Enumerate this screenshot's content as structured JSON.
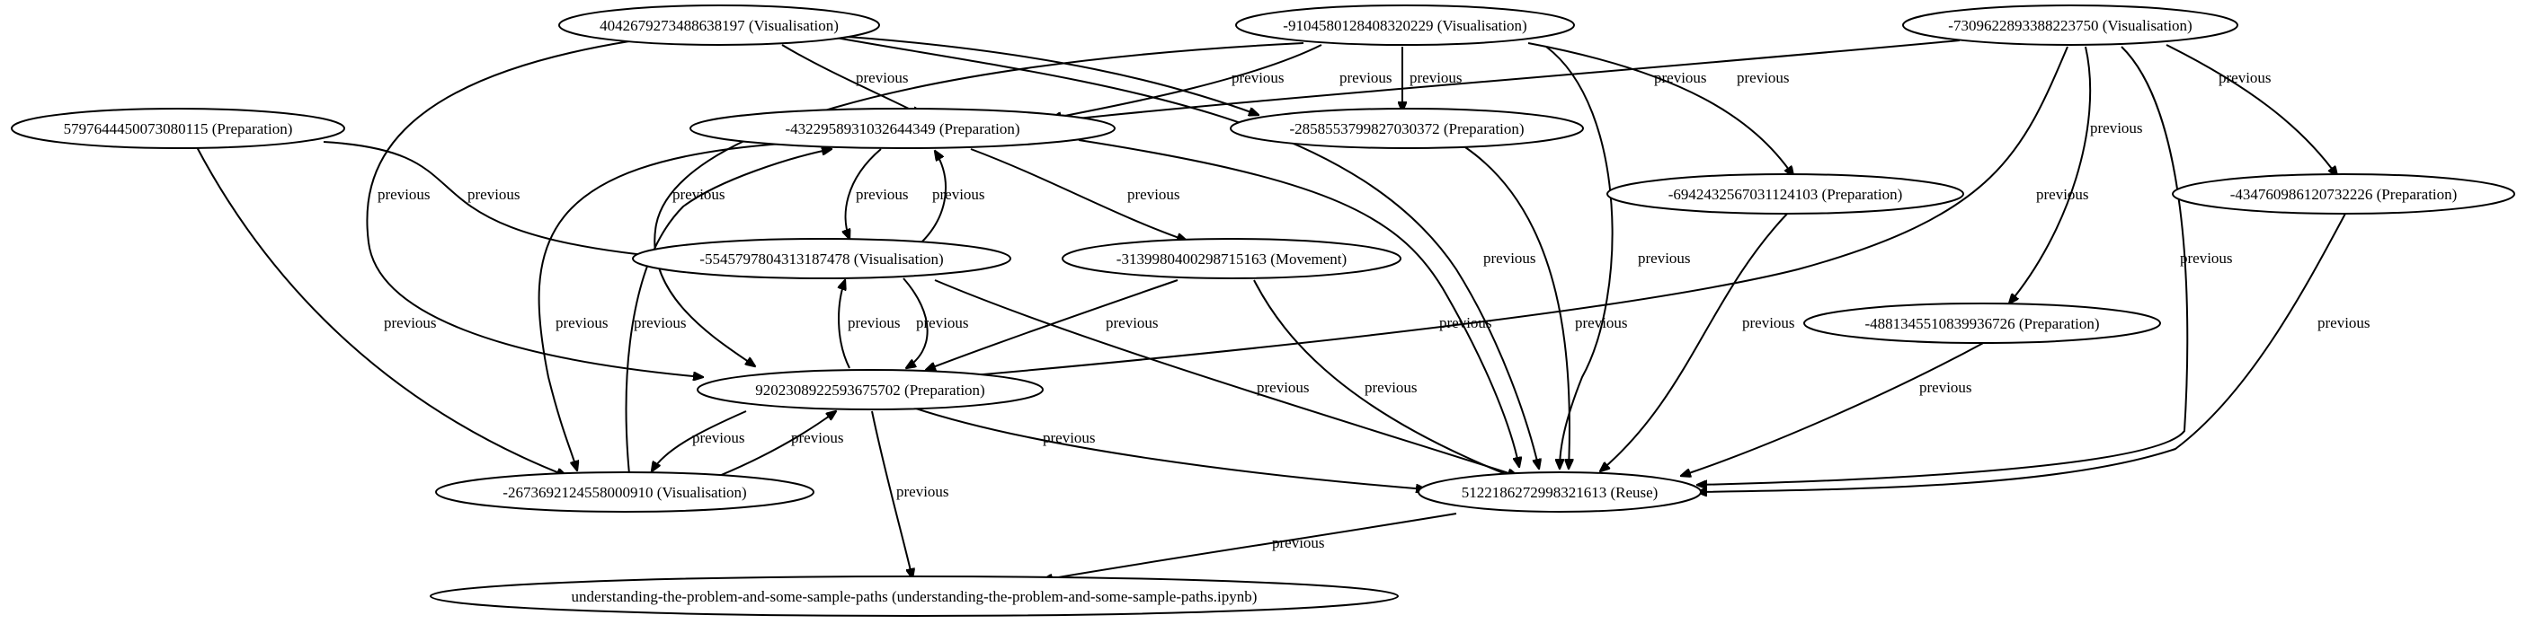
{
  "nodes": [
    {
      "id": "n1",
      "label": "4042679273488638197 (Visualisation)"
    },
    {
      "id": "n2",
      "label": "-9104580128408320229 (Visualisation)"
    },
    {
      "id": "n3",
      "label": "-7309622893388223750 (Visualisation)"
    },
    {
      "id": "n4",
      "label": "5797644450073080115 (Preparation)"
    },
    {
      "id": "n5",
      "label": "-4322958931032644349 (Preparation)"
    },
    {
      "id": "n6",
      "label": "-2858553799827030372 (Preparation)"
    },
    {
      "id": "n7",
      "label": "-6942432567031124103 (Preparation)"
    },
    {
      "id": "n8",
      "label": "-434760986120732226 (Preparation)"
    },
    {
      "id": "n9",
      "label": "-5545797804313187478 (Visualisation)"
    },
    {
      "id": "n10",
      "label": "-3139980400298715163 (Movement)"
    },
    {
      "id": "n11",
      "label": "-4881345510839936726 (Preparation)"
    },
    {
      "id": "n12",
      "label": "9202308922593675702 (Preparation)"
    },
    {
      "id": "n13",
      "label": "-2673692124558000910 (Visualisation)"
    },
    {
      "id": "n14",
      "label": "5122186272998321613 (Reuse)"
    },
    {
      "id": "n15",
      "label": "understanding-the-problem-and-some-sample-paths (understanding-the-problem-and-some-sample-paths.ipynb)"
    }
  ],
  "edges": [
    {
      "id": "e1",
      "label": "previous"
    },
    {
      "id": "e2",
      "label": "previous"
    },
    {
      "id": "e3",
      "label": "previous"
    },
    {
      "id": "e4",
      "label": "previous"
    },
    {
      "id": "e5",
      "label": "previous"
    },
    {
      "id": "e6",
      "label": "previous"
    },
    {
      "id": "e7",
      "label": "previous"
    },
    {
      "id": "e8",
      "label": "previous"
    },
    {
      "id": "e9",
      "label": "previous"
    },
    {
      "id": "e10",
      "label": "previous"
    },
    {
      "id": "e11",
      "label": "previous"
    },
    {
      "id": "e12",
      "label": "previous"
    },
    {
      "id": "e13",
      "label": "previous"
    },
    {
      "id": "e14",
      "label": "previous"
    },
    {
      "id": "e15",
      "label": "previous"
    },
    {
      "id": "e16",
      "label": "previous"
    },
    {
      "id": "e17",
      "label": "previous"
    },
    {
      "id": "e18",
      "label": "previous"
    },
    {
      "id": "e19",
      "label": "previous"
    },
    {
      "id": "e20",
      "label": "previous"
    },
    {
      "id": "e21",
      "label": "previous"
    },
    {
      "id": "e22",
      "label": "previous"
    },
    {
      "id": "e23",
      "label": "previous"
    },
    {
      "id": "e24",
      "label": "previous"
    },
    {
      "id": "e25",
      "label": "previous"
    },
    {
      "id": "e26",
      "label": "previous"
    },
    {
      "id": "e27",
      "label": "previous"
    },
    {
      "id": "e28",
      "label": "previous"
    },
    {
      "id": "e29",
      "label": "previous"
    }
  ]
}
